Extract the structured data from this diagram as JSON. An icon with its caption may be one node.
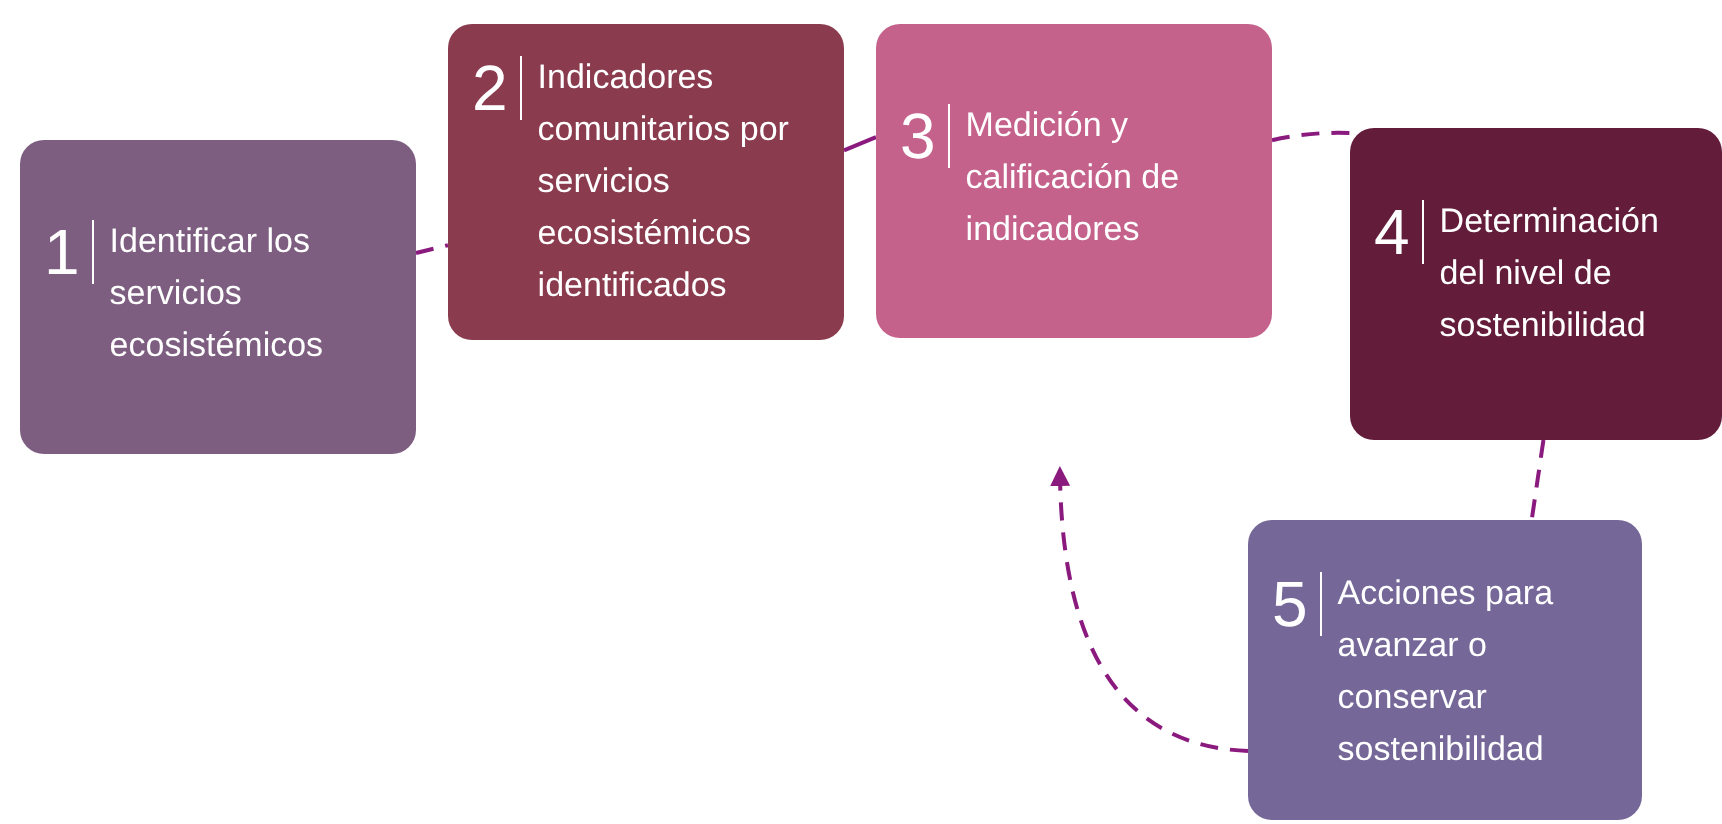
{
  "diagram": {
    "nodes": [
      {
        "text": [
          "1",
          "Identificar los servicios ecosistémicos"
        ]
      },
      {
        "text": [
          "2",
          "Indicadores comunitarios por servicios ecosistémicos identificados"
        ]
      },
      {
        "text": [
          "3",
          "Medición y calificación de indicadores"
        ]
      },
      {
        "text": [
          "4",
          "Determinación del nivel de sostenibilidad"
        ]
      },
      {
        "text": [
          "5",
          "Acciones para avanzar o conservar sostenibilidad"
        ]
      }
    ],
    "edges": [
      {
        "from": 0,
        "to": 1,
        "arrow": "none",
        "style": "dashed"
      },
      {
        "from": 1,
        "to": 2,
        "arrow": "none"
      },
      {
        "from": 2,
        "to": 3,
        "arrow": "none",
        "style": "dashed"
      },
      {
        "from": 3,
        "to": 4,
        "arrow": "none",
        "style": "dashed"
      },
      {
        "from": 4,
        "to": null,
        "arrow": "to",
        "style": "dashed"
      }
    ]
  }
}
